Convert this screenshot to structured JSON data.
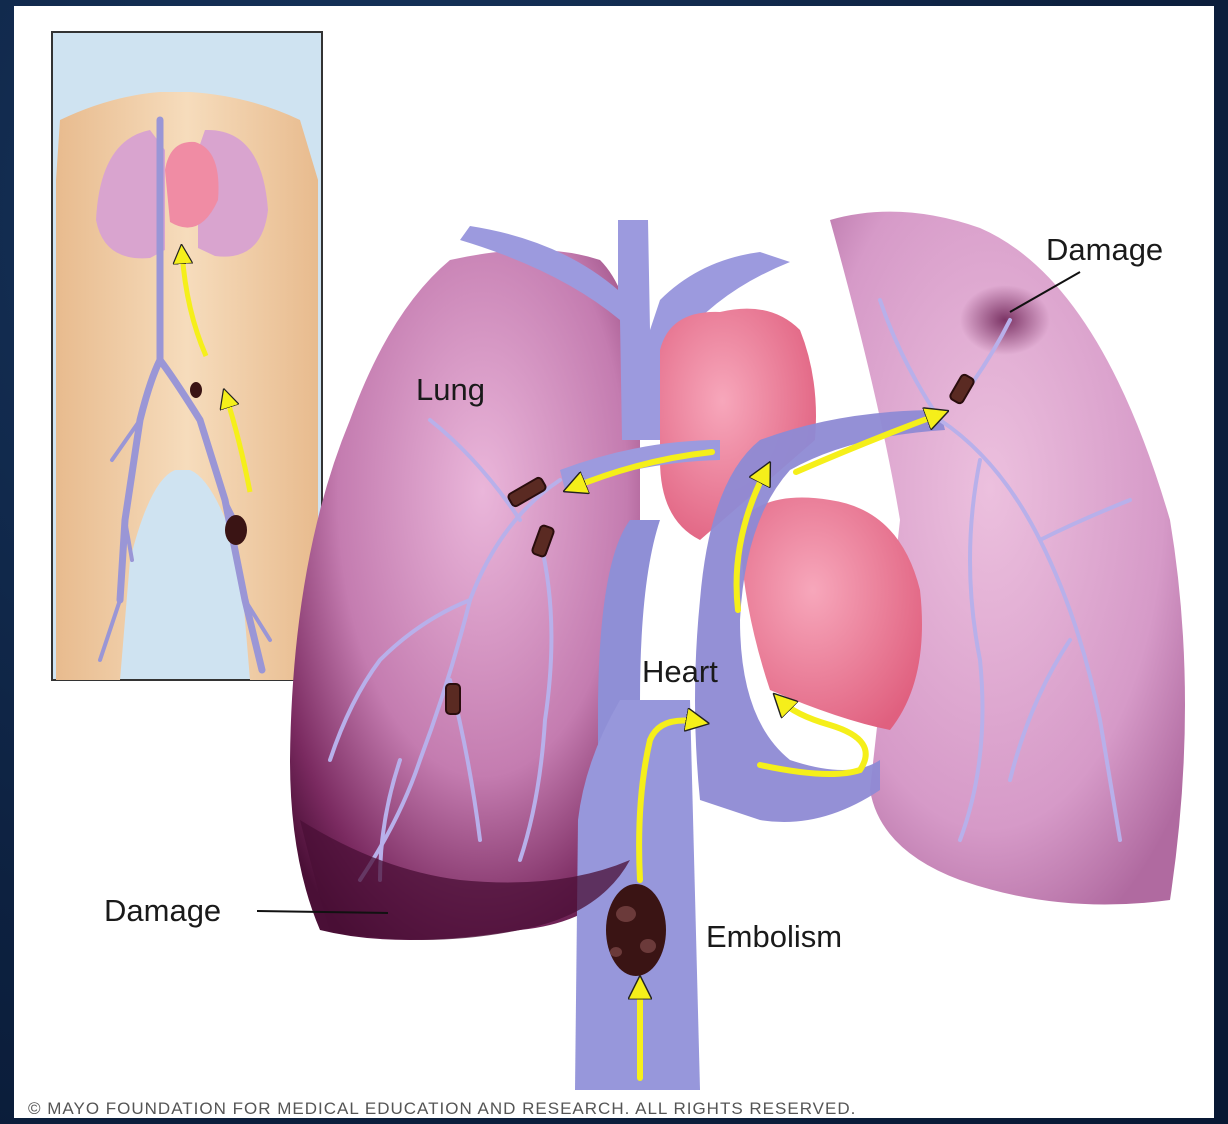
{
  "labels": {
    "lung": "Lung",
    "heart": "Heart",
    "damage_upper": "Damage",
    "damage_lower": "Damage",
    "embolism": "Embolism"
  },
  "copyright": "© MAYO FOUNDATION FOR MEDICAL EDUCATION AND RESEARCH. ALL RIGHTS RESERVED.",
  "colors": {
    "lung": "#d89ac6",
    "lung_damage": "#5a1640",
    "heart": "#ef7c9a",
    "vessel": "#8f8fd6",
    "arrow": "#f5ef1a",
    "clot": "#3a1414",
    "skin": "#f0cfa8"
  }
}
